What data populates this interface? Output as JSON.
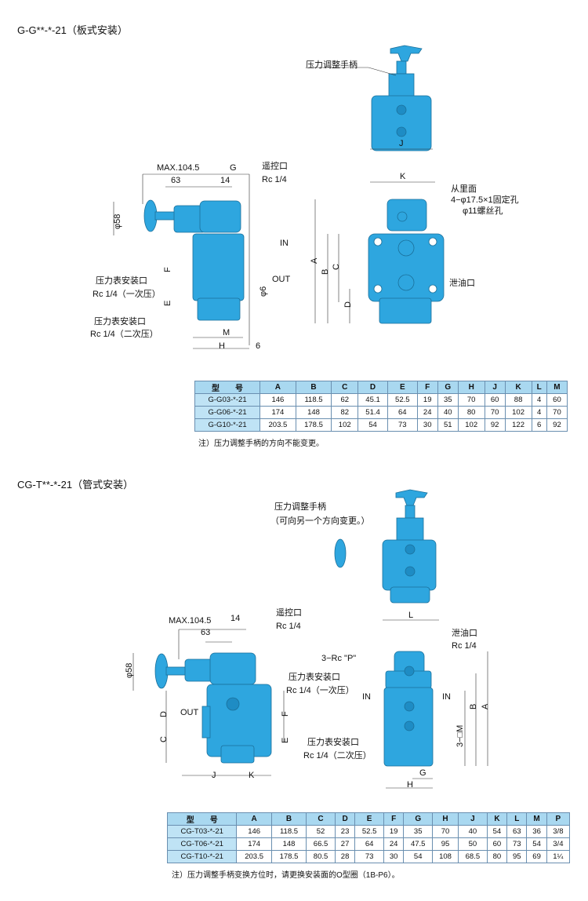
{
  "colors": {
    "body": "#2ea6df",
    "table_header": "#a9d8f0",
    "model_cell": "#bfe3f5"
  },
  "section1": {
    "title": "G-G**-*-21（板式安装）",
    "labels": {
      "handle": "压力调整手柄",
      "max": "MAX.104.5",
      "g": "G",
      "d63": "63",
      "d14": "14",
      "remote": "遥控口",
      "remote_rc": "Rc 1/4",
      "phi58": "φ58",
      "in": "IN",
      "out": "OUT",
      "phi6": "φ6",
      "f": "F",
      "e": "E",
      "gauge1": "压力表安装口",
      "gauge1_rc": "Rc 1/4（一次压）",
      "gauge2": "压力表安装口",
      "gauge2_rc": "Rc 1/4（二次压）",
      "m": "M",
      "h": "H",
      "d6": "6",
      "j": "J",
      "k": "K",
      "from_inside": "从里面",
      "mount_holes": "4−φ17.5×1固定孔",
      "screw_holes": "φ11螺丝孔",
      "drain": "泄油口",
      "a": "A",
      "b": "B",
      "c": "C",
      "d": "D"
    },
    "table": {
      "headers": [
        "型　　号",
        "A",
        "B",
        "C",
        "D",
        "E",
        "F",
        "G",
        "H",
        "J",
        "K",
        "L",
        "M"
      ],
      "rows": [
        [
          "G-G03-*-21",
          "146",
          "118.5",
          "62",
          "45.1",
          "52.5",
          "19",
          "35",
          "70",
          "60",
          "88",
          "4",
          "60"
        ],
        [
          "G-G06-*-21",
          "174",
          "148",
          "82",
          "51.4",
          "64",
          "24",
          "40",
          "80",
          "70",
          "102",
          "4",
          "70"
        ],
        [
          "G-G10-*-21",
          "203.5",
          "178.5",
          "102",
          "54",
          "73",
          "30",
          "51",
          "102",
          "92",
          "122",
          "6",
          "92"
        ]
      ]
    },
    "note": "注）压力调整手柄的方向不能变更。"
  },
  "section2": {
    "title": "CG-T**-*-21（管式安装）",
    "labels": {
      "handle": "压力调整手柄",
      "handle_note": "（可向另一个方向变更。）",
      "l": "L",
      "max": "MAX.104.5",
      "d14": "14",
      "d63": "63",
      "remote": "遥控口",
      "remote_rc": "Rc 1/4",
      "phi58": "φ58",
      "drain": "泄油口",
      "drain_rc": "Rc 1/4",
      "port_p": "3−Rc \"P\"",
      "gauge1": "压力表安装口",
      "gauge1_rc": "Rc 1/4（一次压）",
      "in_left": "IN",
      "in_right": "IN",
      "out": "OUT",
      "d": "D",
      "f": "F",
      "c": "C",
      "e": "E",
      "gauge2": "压力表安装口",
      "gauge2_rc": "Rc 1/4（二次压）",
      "b": "B",
      "a": "A",
      "m3": "3−□M",
      "j": "J",
      "k": "K",
      "g": "G",
      "h": "H"
    },
    "table": {
      "headers": [
        "型　　号",
        "A",
        "B",
        "C",
        "D",
        "E",
        "F",
        "G",
        "H",
        "J",
        "K",
        "L",
        "M",
        "P"
      ],
      "rows": [
        [
          "CG-T03-*-21",
          "146",
          "118.5",
          "52",
          "23",
          "52.5",
          "19",
          "35",
          "70",
          "40",
          "54",
          "63",
          "36",
          "3/8"
        ],
        [
          "CG-T06-*-21",
          "174",
          "148",
          "66.5",
          "27",
          "64",
          "24",
          "47.5",
          "95",
          "50",
          "60",
          "73",
          "54",
          "3/4"
        ],
        [
          "CG-T10-*-21",
          "203.5",
          "178.5",
          "80.5",
          "28",
          "73",
          "30",
          "54",
          "108",
          "68.5",
          "80",
          "95",
          "69",
          "1¼"
        ]
      ]
    },
    "note": "注）压力调整手柄变换方位时，请更换安装面的O型圈（1B-P6）。"
  }
}
